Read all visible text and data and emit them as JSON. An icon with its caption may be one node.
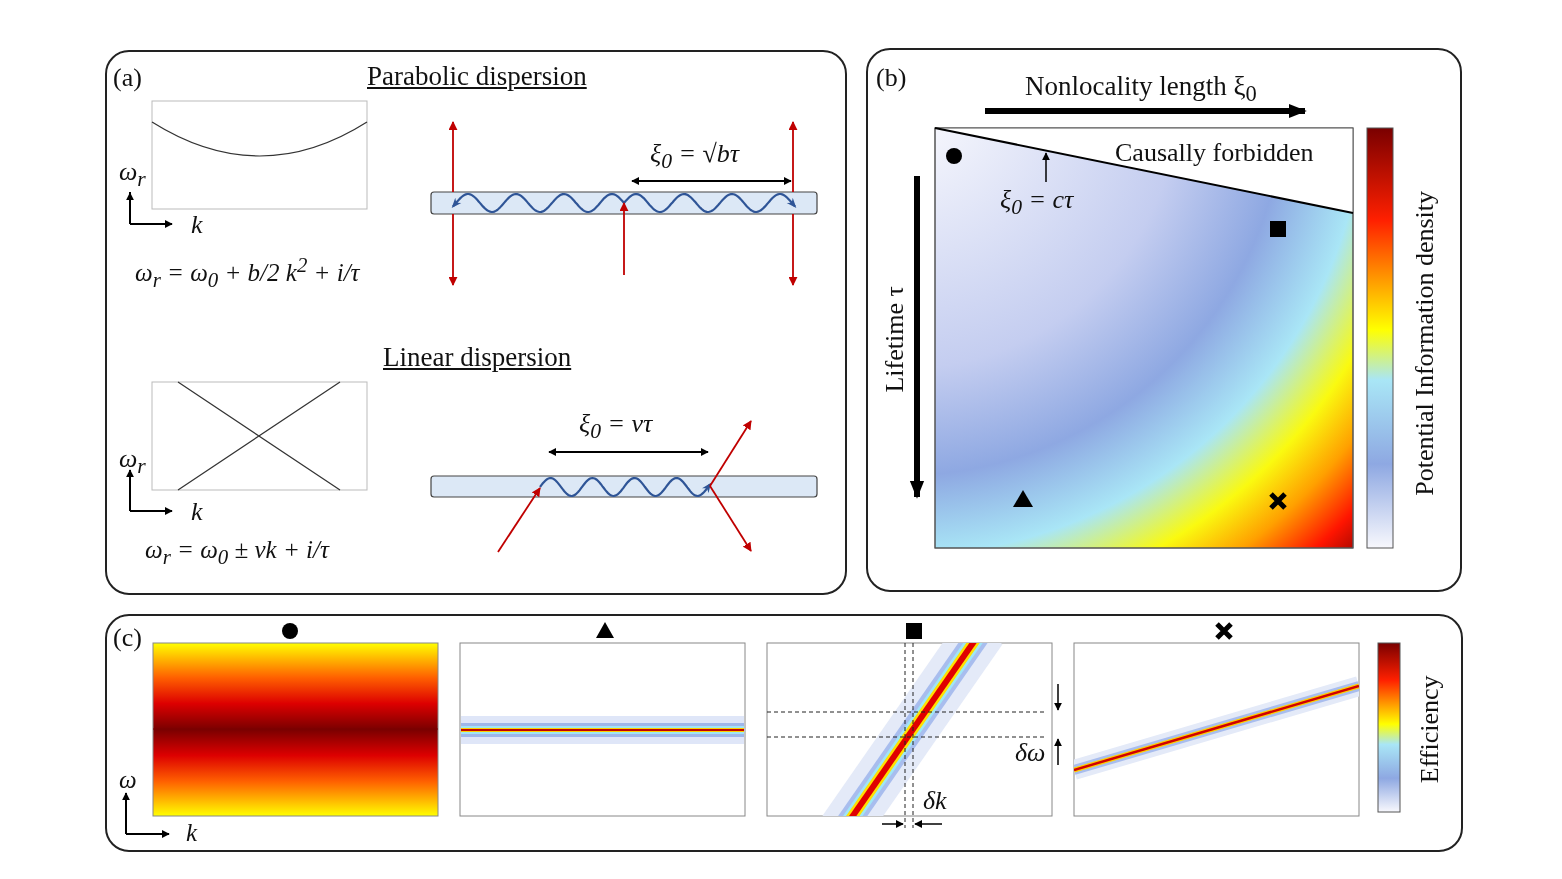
{
  "diagram": {
    "nodes": [
      {
        "text": [
          "(a)",
          "Parabolic dispersion",
          "ω$_{r}$",
          "k",
          "ω$_{r}$ = ω$_{0}$ + b/2 k$^{2}$ + i/τ",
          "ξ$_{0}$ = √bτ",
          "Linear dispersion",
          "ω$_{r}$",
          "k",
          "ω$_{r}$ = ω$_{0}$ ± vk + i/τ",
          "ξ$_{0}$ = vτ"
        ]
      },
      {
        "text": [
          "(b)",
          "Nonlocality length ξ$_{0}$",
          "Causally forbidden",
          "ξ$_{0}$ = cτ",
          "Lifetime τ",
          "Potential Information density"
        ]
      },
      {
        "text": [
          "(c)",
          "ω",
          "k",
          "δω",
          "δk",
          "Efficiency"
        ]
      }
    ]
  }
}
